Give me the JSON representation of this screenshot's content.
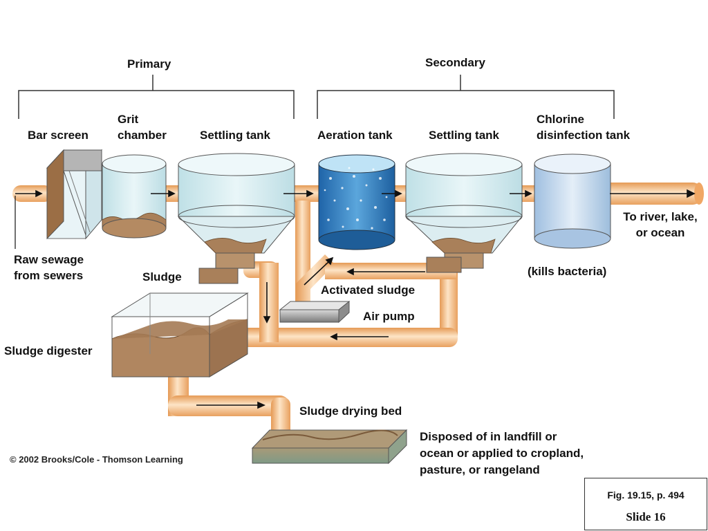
{
  "headers": {
    "primary": "Primary",
    "secondary": "Secondary"
  },
  "stages": {
    "bar_screen": "Bar screen",
    "grit_line1": "Grit",
    "grit_line2": "chamber",
    "settling_primary": "Settling tank",
    "aeration": "Aeration tank",
    "settling_secondary": "Settling tank",
    "chlorine_line1": "Chlorine",
    "chlorine_line2": "disinfection tank"
  },
  "labels": {
    "raw_line1": "Raw sewage",
    "raw_line2": "from sewers",
    "sludge": "Sludge",
    "activated_sludge": "Activated sludge",
    "air_pump": "Air pump",
    "kills_bacteria": "(kills bacteria)",
    "river_line1": "To river, lake,",
    "river_line2": "or ocean",
    "sludge_digester": "Sludge digester",
    "drying_bed": "Sludge drying bed",
    "disposed_line1": "Disposed of in landfill or",
    "disposed_line2": "ocean or applied to cropland,",
    "disposed_line3": "pasture, or rangeland"
  },
  "footer": {
    "copyright": "© 2002 Brooks/Cole - Thomson Learning",
    "fig_ref": "Fig. 19.15, p. 494",
    "slide": "Slide 16"
  },
  "colors": {
    "pipe": "#f3b77c",
    "pipe_highlight": "#fde6cc",
    "tank_glass": "#d8eef2",
    "aeration_water": "#3a86c6",
    "chlorine_tank": "#c8dcef",
    "sludge": "#a9805a"
  }
}
